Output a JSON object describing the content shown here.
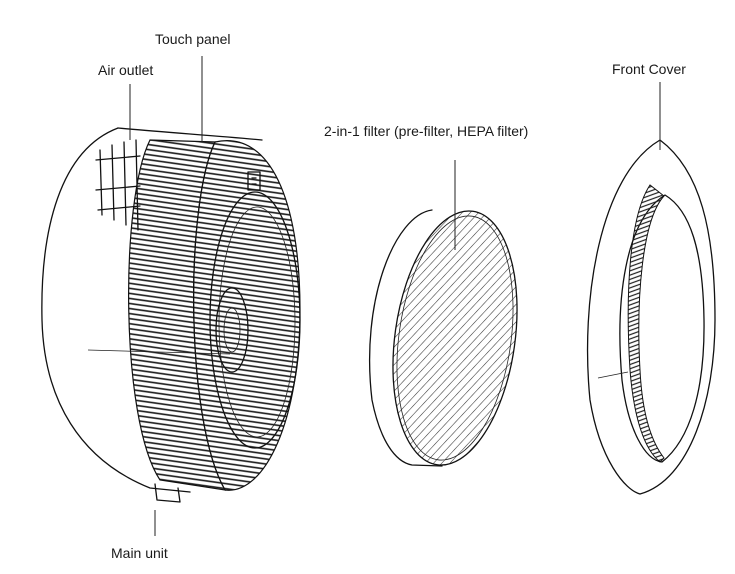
{
  "labels": {
    "touch_panel": "Touch panel",
    "air_outlet": "Air outlet",
    "front_cover": "Front Cover",
    "filter": "2-in-1 filter (pre-filter, HEPA filter)",
    "main_unit": "Main unit"
  }
}
